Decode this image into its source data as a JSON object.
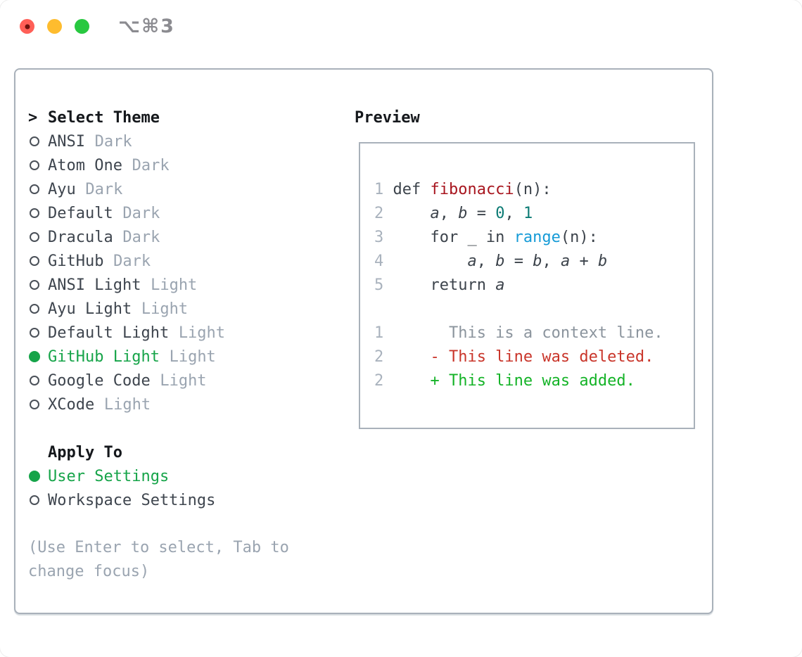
{
  "titlebar": {
    "shortcut": "⌥⌘3",
    "buttons": [
      "close",
      "minimize",
      "zoom"
    ]
  },
  "colors": {
    "accent-green": "#16a449",
    "text-black": "#15181c",
    "text-dark": "#3e454e",
    "text-muted": "#9aa4b0",
    "code-red": "#a8161f",
    "code-teal": "#0c7b74",
    "code-blue": "#169bd7",
    "diff-red": "#c9352a",
    "diff-green": "#14b327",
    "diff-context": "#8b949d",
    "border-gray": "#a9b1ba"
  },
  "left": {
    "header": {
      "marker": ">",
      "label": "Select Theme"
    },
    "themes": [
      {
        "name": "ANSI",
        "variant": "Dark",
        "selected": false
      },
      {
        "name": "Atom One",
        "variant": "Dark",
        "selected": false
      },
      {
        "name": "Ayu",
        "variant": "Dark",
        "selected": false
      },
      {
        "name": "Default",
        "variant": "Dark",
        "selected": false
      },
      {
        "name": "Dracula",
        "variant": "Dark",
        "selected": false
      },
      {
        "name": "GitHub",
        "variant": "Dark",
        "selected": false
      },
      {
        "name": "ANSI Light",
        "variant": "Light",
        "selected": false
      },
      {
        "name": "Ayu Light",
        "variant": "Light",
        "selected": false
      },
      {
        "name": "Default Light",
        "variant": "Light",
        "selected": false
      },
      {
        "name": "GitHub Light",
        "variant": "Light",
        "selected": true
      },
      {
        "name": "Google Code",
        "variant": "Light",
        "selected": false
      },
      {
        "name": "XCode",
        "variant": "Light",
        "selected": false
      }
    ],
    "apply_to": {
      "label": "Apply To",
      "options": [
        {
          "label": "User Settings",
          "selected": true
        },
        {
          "label": "Workspace Settings",
          "selected": false
        }
      ]
    },
    "hint_lines": [
      "(Use Enter to select, Tab to",
      "change focus)"
    ]
  },
  "preview": {
    "title": "Preview",
    "code_lines": [
      {
        "num": "1",
        "segments": [
          {
            "t": "def ",
            "s": "code"
          },
          {
            "t": "fibonacci",
            "s": "func"
          },
          {
            "t": "(n):",
            "s": "code"
          }
        ]
      },
      {
        "num": "2",
        "segments": [
          {
            "t": "    ",
            "s": "code"
          },
          {
            "t": "a",
            "s": "var"
          },
          {
            "t": ", ",
            "s": "code"
          },
          {
            "t": "b",
            "s": "var"
          },
          {
            "t": " = ",
            "s": "code"
          },
          {
            "t": "0",
            "s": "number"
          },
          {
            "t": ", ",
            "s": "code"
          },
          {
            "t": "1",
            "s": "number"
          }
        ]
      },
      {
        "num": "3",
        "segments": [
          {
            "t": "    for _ in ",
            "s": "code"
          },
          {
            "t": "range",
            "s": "builtin"
          },
          {
            "t": "(n):",
            "s": "code"
          }
        ]
      },
      {
        "num": "4",
        "segments": [
          {
            "t": "        ",
            "s": "code"
          },
          {
            "t": "a",
            "s": "var"
          },
          {
            "t": ", ",
            "s": "code"
          },
          {
            "t": "b",
            "s": "var"
          },
          {
            "t": " = ",
            "s": "code"
          },
          {
            "t": "b",
            "s": "var"
          },
          {
            "t": ", ",
            "s": "code"
          },
          {
            "t": "a",
            "s": "var"
          },
          {
            "t": " + ",
            "s": "code"
          },
          {
            "t": "b",
            "s": "var"
          }
        ]
      },
      {
        "num": "5",
        "segments": [
          {
            "t": "    return ",
            "s": "code"
          },
          {
            "t": "a",
            "s": "var"
          }
        ]
      },
      {
        "num": "",
        "segments": []
      },
      {
        "num": "1",
        "segments": [
          {
            "t": "      This is a context line.",
            "s": "context"
          }
        ]
      },
      {
        "num": "2",
        "segments": [
          {
            "t": "    - This line was deleted.",
            "s": "deleted"
          }
        ]
      },
      {
        "num": "2",
        "segments": [
          {
            "t": "    + This line was added.",
            "s": "added"
          }
        ]
      }
    ]
  }
}
